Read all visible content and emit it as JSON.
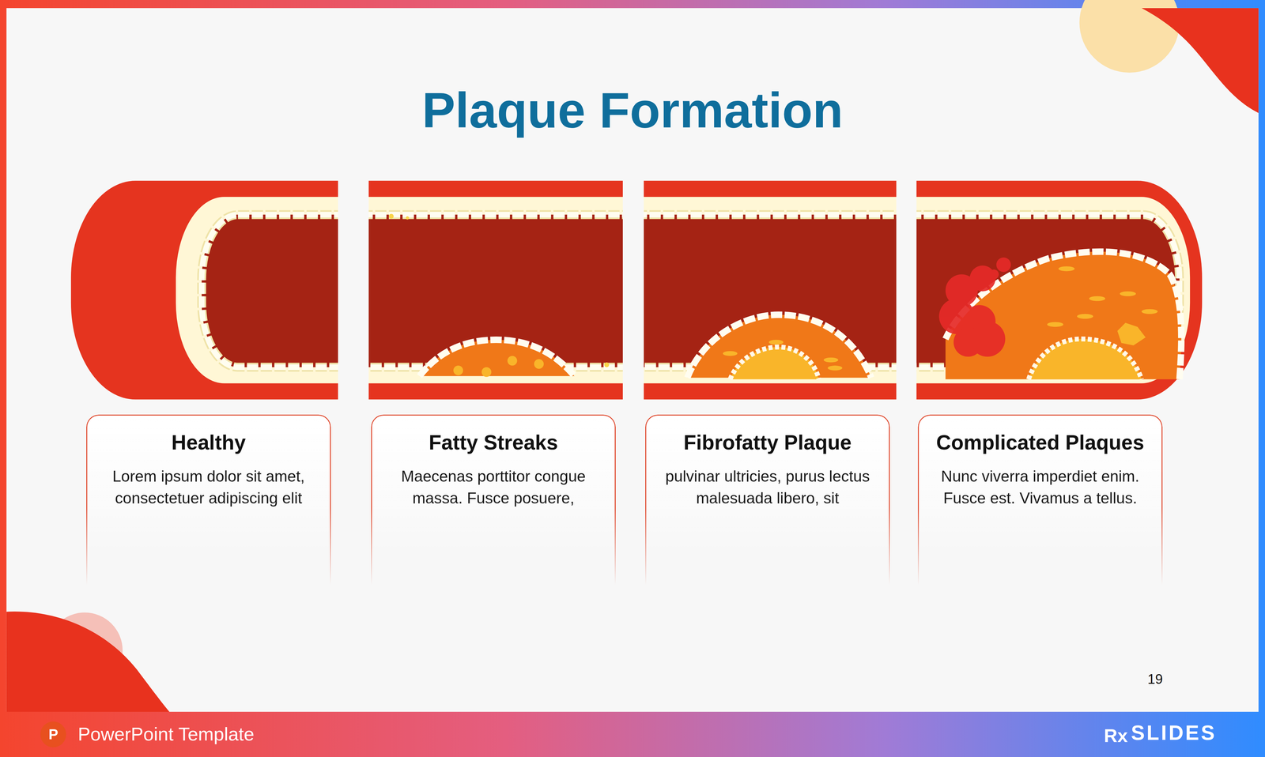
{
  "diagram": {
    "title": "Plaque Formation",
    "nodes": [
      {
        "text": [
          "Healthy",
          "Lorem ipsum dolor sit amet, consectetuer adipiscing elit"
        ]
      },
      {
        "text": [
          "Fatty Streaks",
          "Maecenas porttitor congue massa. Fusce posuere,"
        ]
      },
      {
        "text": [
          "Fibrofatty Plaque",
          "pulvinar ultricies, purus lectus malesuada libero, sit"
        ]
      },
      {
        "text": [
          "Complicated Plaques",
          "Nunc viverra imperdiet enim. Fusce est. Vivamus a tellus."
        ]
      }
    ],
    "labels": [
      "19",
      "P",
      "PowerPoint Template",
      "Rx",
      "SLIDES"
    ]
  }
}
